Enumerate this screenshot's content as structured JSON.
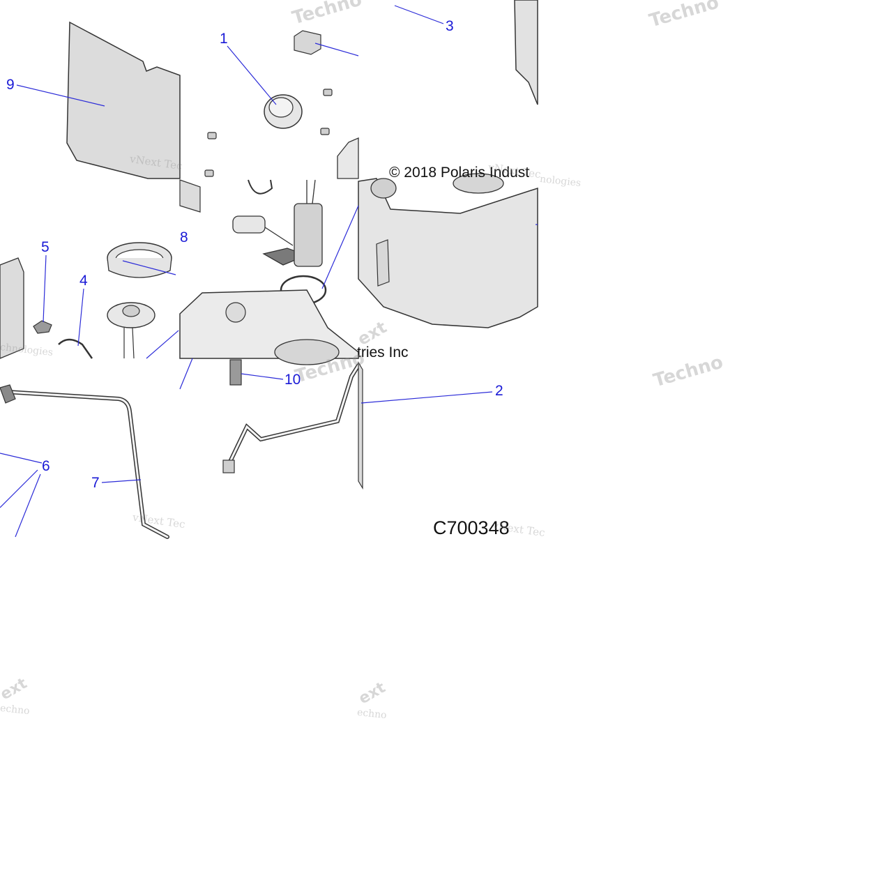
{
  "colors": {
    "callout": "#1a1ad6",
    "part_fill": "#d9d9d9",
    "part_stroke": "#3a3a3a",
    "leader": "#2b2bd8",
    "background": "#ffffff"
  },
  "callouts": [
    {
      "id": "1",
      "label": "1"
    },
    {
      "id": "2",
      "label": "2"
    },
    {
      "id": "3",
      "label": "3"
    },
    {
      "id": "4",
      "label": "4"
    },
    {
      "id": "5",
      "label": "5"
    },
    {
      "id": "6",
      "label": "6"
    },
    {
      "id": "7",
      "label": "7"
    },
    {
      "id": "8",
      "label": "8"
    },
    {
      "id": "9",
      "label": "9"
    },
    {
      "id": "10",
      "label": "10"
    }
  ],
  "copyright": "© 2018 Polaris Indust",
  "copyright_fragment": "tries Inc",
  "drawing_number": "C700348",
  "watermarks": {
    "brand": "vNext Tec",
    "techno": "Techno",
    "nologies": "nologies",
    "ext": "ext",
    "chnologies": "chnologies",
    "echno": "echno"
  }
}
